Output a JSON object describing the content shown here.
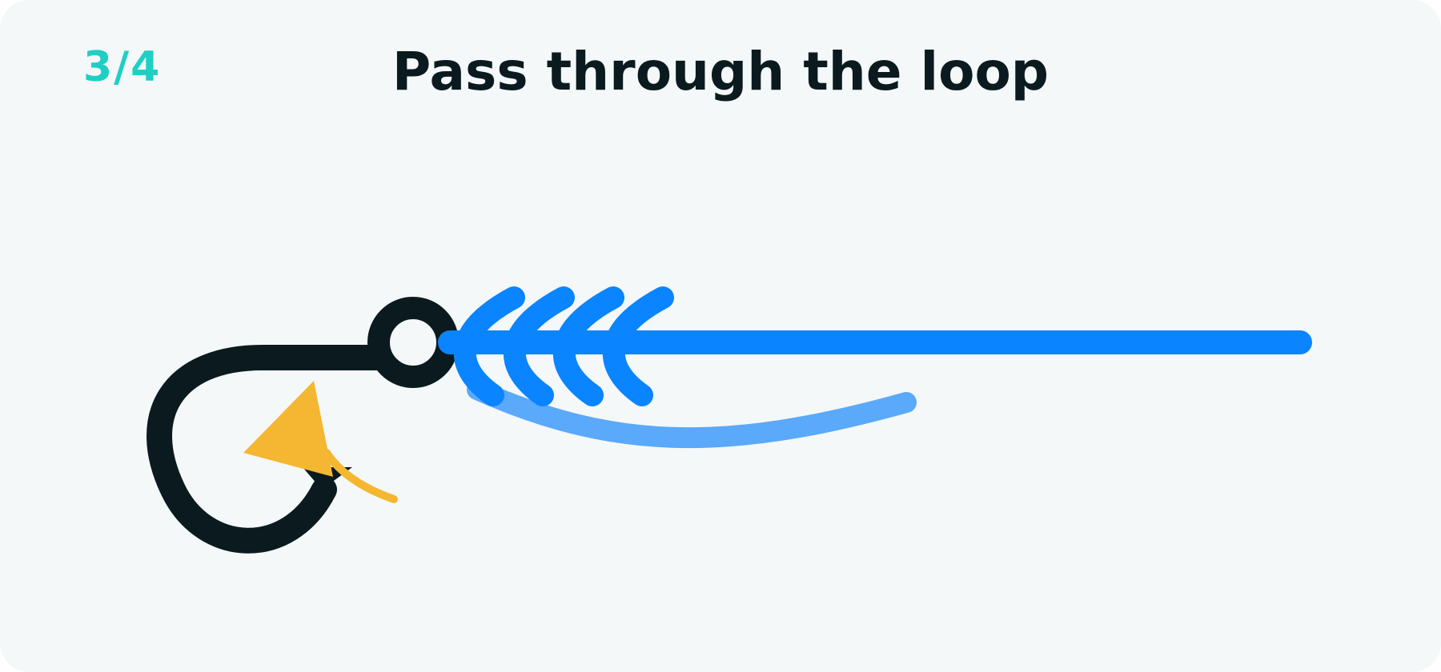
{
  "step": {
    "counter": "3/4"
  },
  "title": "Pass through the loop",
  "colors": {
    "background": "#f4f8f9",
    "accent": "#1fcfc4",
    "title_text": "#0b1a1f",
    "hook": "#0b1a1f",
    "main_line": "#0a84ff",
    "tag_end": "#5aa9fb",
    "arrow": "#f5b731"
  },
  "icons": {
    "hook": "fish-hook-icon",
    "eye": "hook-eye-icon",
    "arrow": "direction-arrow-icon"
  },
  "wraps": {
    "count": 4
  }
}
